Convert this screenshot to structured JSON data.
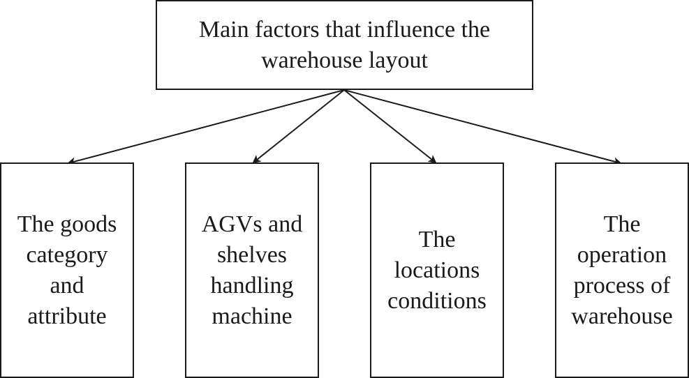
{
  "diagram": {
    "root": {
      "text": "Main factors that influence the\nwarehouse layout"
    },
    "children": [
      {
        "text": "The goods\ncategory\nand\nattribute"
      },
      {
        "text": "AGVs and\nshelves\nhandling\nmachine"
      },
      {
        "text": "The\nlocations\nconditions"
      },
      {
        "text": "The\noperation\nprocess of\nwarehouse"
      }
    ]
  },
  "colors": {
    "line": "#1a1a1a",
    "background": "#ffffff"
  }
}
